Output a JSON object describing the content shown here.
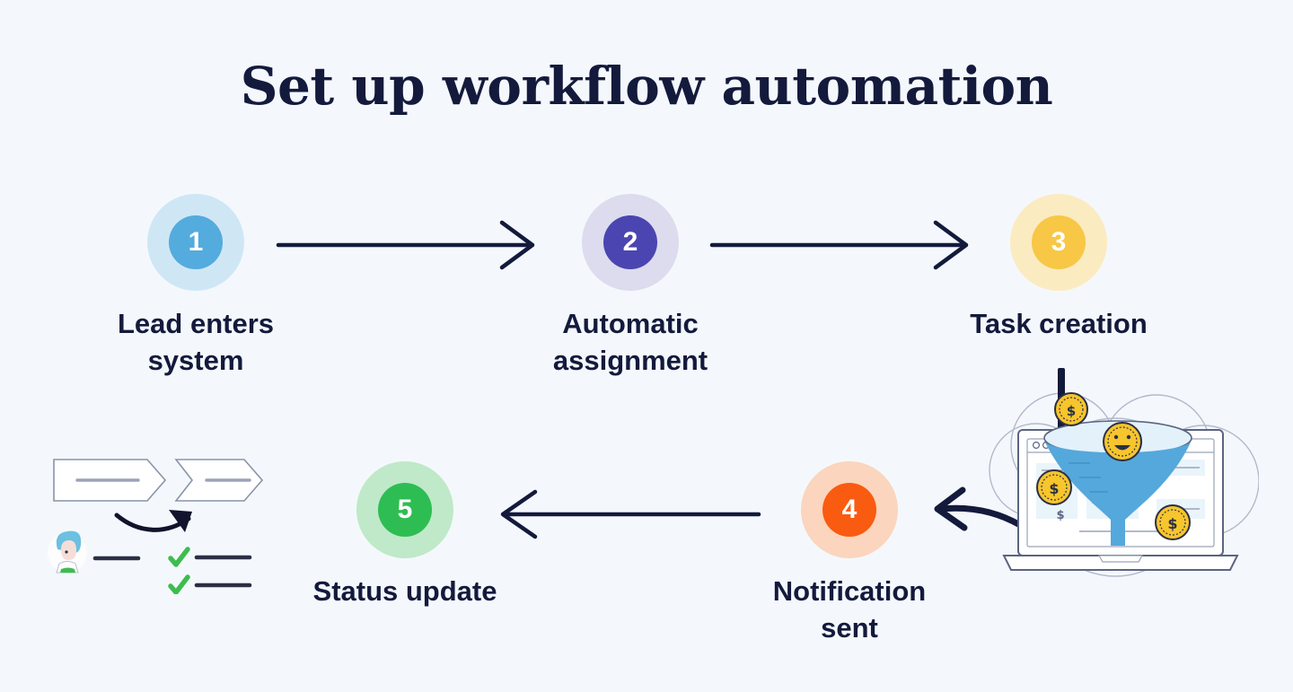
{
  "page": {
    "title": "Set up workflow automation",
    "background_color": "#f4f8fc",
    "text_color": "#141a3c"
  },
  "diagram": {
    "type": "workflow-flowchart",
    "arrow_color": "#141a3c",
    "steps": [
      {
        "number": "1",
        "label": "Lead enters\nsystem",
        "bullet_color": "#54abdd",
        "halo_color": "#cfe7f5",
        "row": "top",
        "order": 1
      },
      {
        "number": "2",
        "label": "Automatic\nassignment",
        "bullet_color": "#4b45b2",
        "halo_color": "#dcdcee",
        "row": "top",
        "order": 2
      },
      {
        "number": "3",
        "label": "Task creation",
        "bullet_color": "#f7c745",
        "halo_color": "#fbebc0",
        "row": "top",
        "order": 3
      },
      {
        "number": "4",
        "label": "Notification sent",
        "bullet_color": "#f95b11",
        "halo_color": "#fbd5bd",
        "row": "bottom",
        "order": 4
      },
      {
        "number": "5",
        "label": "Status update",
        "bullet_color": "#2ebd53",
        "halo_color": "#bfe9c8",
        "row": "bottom",
        "order": 5
      }
    ],
    "connectors": [
      {
        "name": "step-1-to-step-2",
        "direction": "right",
        "style": "straight-open-head"
      },
      {
        "name": "step-2-to-step-3",
        "direction": "right",
        "style": "straight-open-head"
      },
      {
        "name": "step-3-to-step-4",
        "direction": "left",
        "style": "curved-open-head"
      },
      {
        "name": "step-4-to-step-5",
        "direction": "left",
        "style": "straight-open-head"
      }
    ]
  },
  "illustrations": [
    {
      "name": "process-checklist-illustration",
      "alt": "Two chevron process blocks, a curved arrow, a person avatar and two green checkmark task lines",
      "accent_color": "#3dbd4e",
      "avatar_hair_color": "#6cc0e0"
    },
    {
      "name": "sales-funnel-laptop-illustration",
      "alt": "Laptop showing a blue sales funnel with gold dollar coins falling in",
      "funnel_color": "#55a8db",
      "funnel_top_color": "#e3f1fa",
      "coin_color": "#f7c52c",
      "laptop_outline_color": "#5b6480"
    }
  ]
}
